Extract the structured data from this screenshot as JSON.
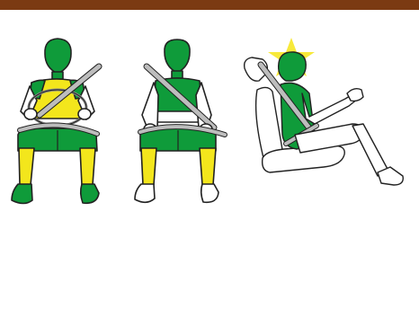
{
  "header": {
    "bar_color": "#7b3a12"
  },
  "colors": {
    "body_green": "#0f9b3a",
    "seat_yellow": "#f3e61c",
    "star_yellow": "#f7e93a",
    "belt_grey": "#b9b9b9",
    "outline": "#222222"
  },
  "figures": [
    {
      "id": "front-driver",
      "icon": "seated-driver-front-icon"
    },
    {
      "id": "front-passenger",
      "icon": "seated-passenger-front-icon"
    },
    {
      "id": "side-occupant",
      "icon": "seated-occupant-side-icon"
    }
  ]
}
